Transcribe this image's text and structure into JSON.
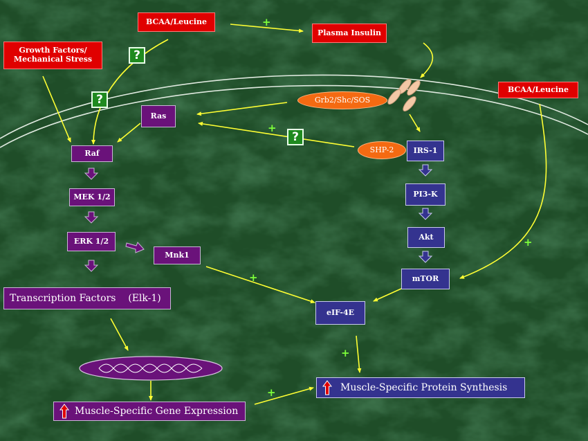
{
  "colors": {
    "node_red": "#e00000",
    "node_purple": "#6a127a",
    "node_blue": "#34338f",
    "node_orange": "#f46a12",
    "arrow": "#ffff33",
    "plus": "#7dff3a",
    "background": "#1e4a26"
  },
  "nodes": {
    "bcaa_top": "BCAA/Leucine",
    "plasma_insulin": "Plasma Insulin",
    "growth_factors_line1": "Growth Factors/",
    "growth_factors_line2": "Mechanical Stress",
    "bcaa_right": "BCAA/Leucine",
    "grb2": "Grb2/Shc/SOS",
    "ras": "Ras",
    "shp2": "SHP-2",
    "irs1": "IRS-1",
    "raf": "Raf",
    "mek": "MEK 1/2",
    "erk": "ERK 1/2",
    "mnk1": "Mnk1",
    "pi3k": "PI3-K",
    "akt": "Akt",
    "mtor": "mTOR",
    "eif4e": "eIF-4E",
    "transcription": "Transcription Factors    (Elk-1)",
    "gene_expression": "Muscle-Specific Gene Expression",
    "protein_synthesis": "Muscle-Specific Protein Synthesis"
  },
  "question_mark": "?",
  "plus_sign": "+",
  "icons": [
    "up-arrow-icon",
    "receptor-icon",
    "dna-icon"
  ]
}
